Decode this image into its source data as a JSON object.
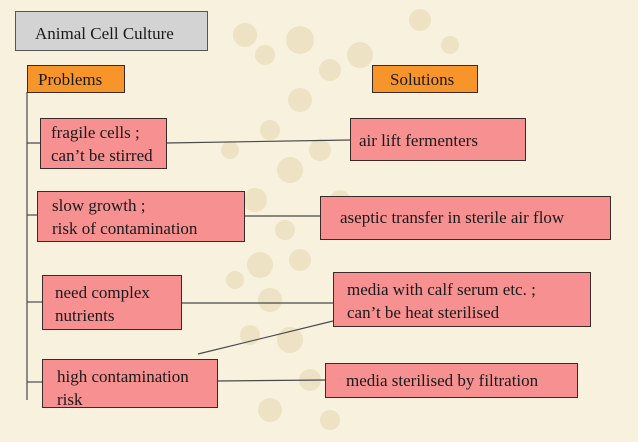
{
  "title": "Animal Cell Culture",
  "problems_header": "Problems",
  "solutions_header": "Solutions",
  "rows": [
    {
      "problem": [
        "fragile cells ;",
        "can’t be stirred"
      ],
      "solution": [
        "air lift fermenters"
      ]
    },
    {
      "problem": [
        "slow growth ;",
        "risk of contamination"
      ],
      "solution": [
        "aseptic transfer in sterile air flow"
      ]
    },
    {
      "problem": [
        "need complex",
        "nutrients"
      ],
      "solution": [
        "media with calf serum etc. ;",
        "can’t be heat sterilised"
      ]
    },
    {
      "problem": [
        "high contamination",
        "risk"
      ],
      "solution": [
        "media sterilised by filtration"
      ]
    }
  ],
  "colors": {
    "box_fill": "#f79090",
    "header_fill": "#f7952a",
    "title_fill": "#d3d3d3",
    "background": "#f7f1de"
  }
}
